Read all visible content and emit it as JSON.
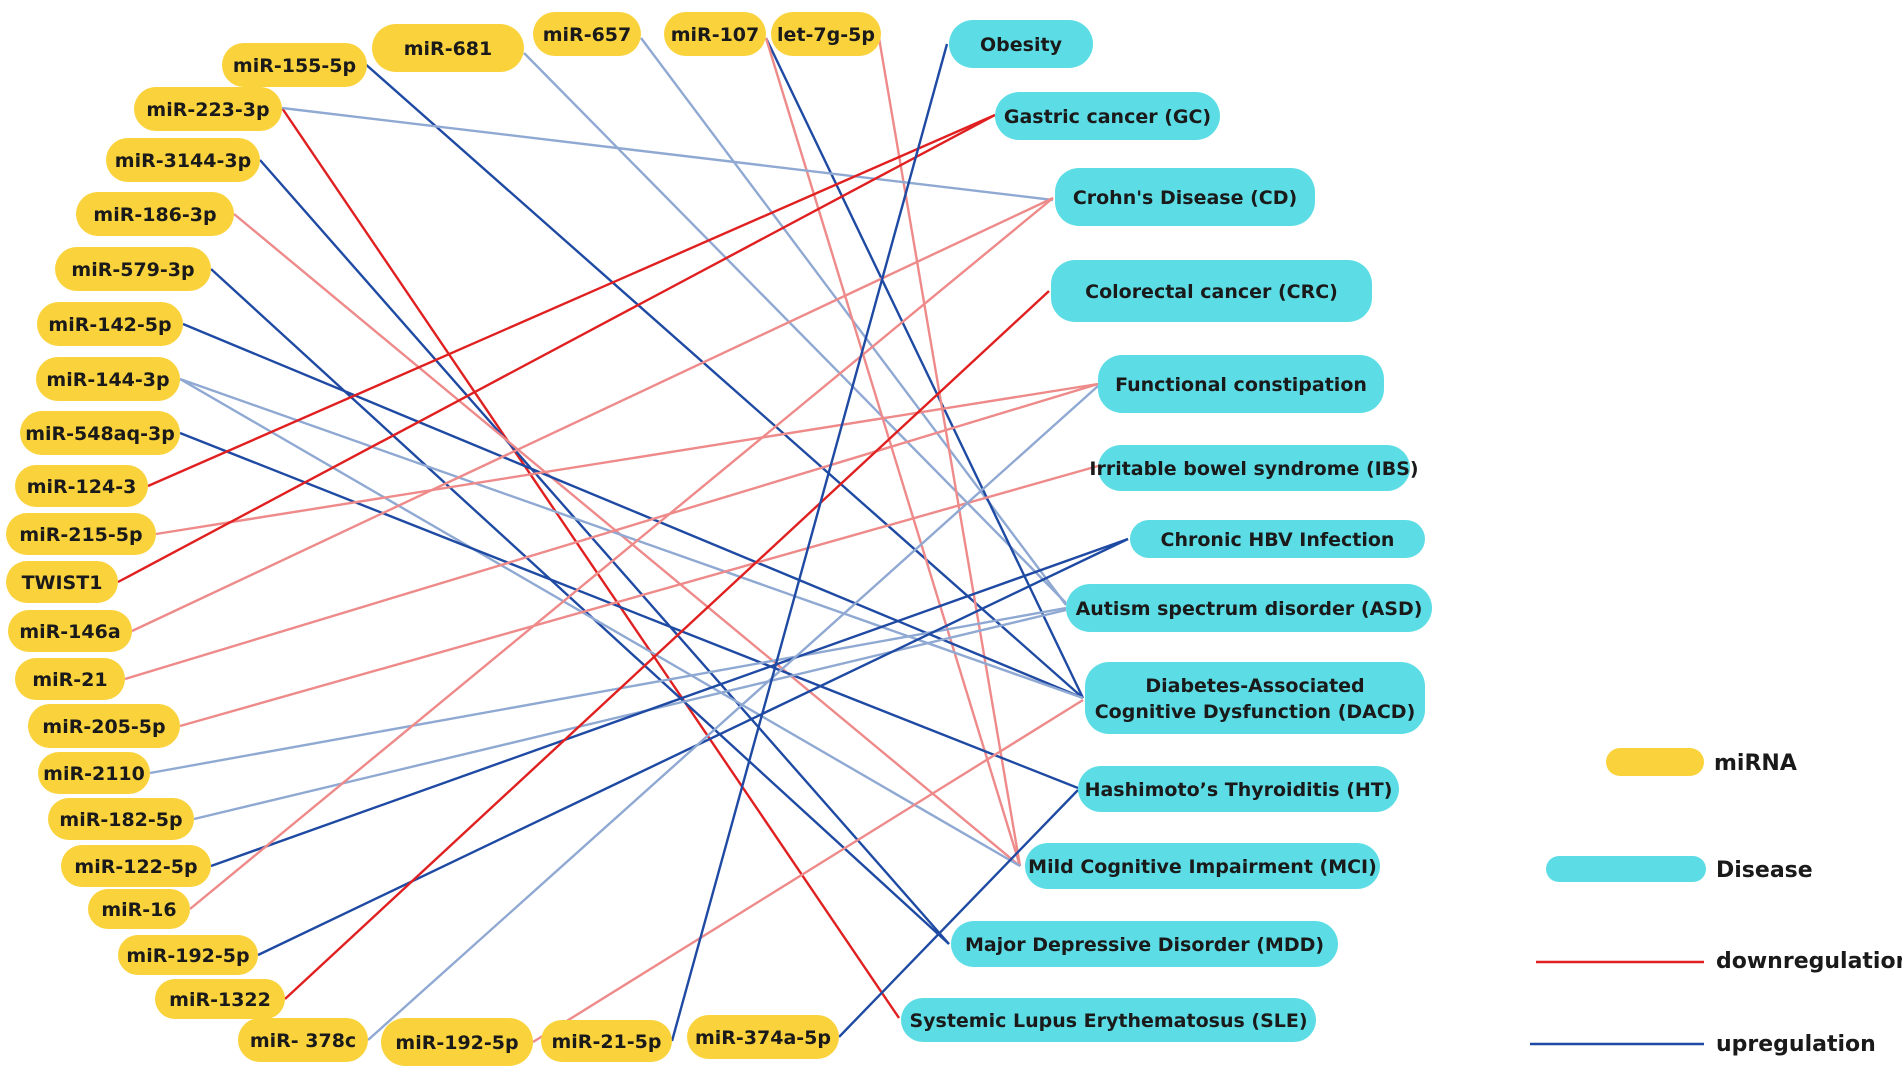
{
  "colors": {
    "mirna": "#fad33c",
    "disease": "#5cdde6",
    "down": "#e02020",
    "down_light": "#ee8a8a",
    "up": "#1f4aa3",
    "up_light": "#8fa9d3"
  },
  "mirnas": [
    {
      "id": "m155",
      "label": "miR-155-5p"
    },
    {
      "id": "m681",
      "label": "miR-681"
    },
    {
      "id": "m657",
      "label": "miR-657"
    },
    {
      "id": "m107",
      "label": "miR-107"
    },
    {
      "id": "let7g",
      "label": "let-7g-5p"
    },
    {
      "id": "m223",
      "label": "miR-223-3p"
    },
    {
      "id": "m3144",
      "label": "miR-3144-3p"
    },
    {
      "id": "m186",
      "label": "miR-186-3p"
    },
    {
      "id": "m579",
      "label": "miR-579-3p"
    },
    {
      "id": "m142",
      "label": "miR-142-5p"
    },
    {
      "id": "m144",
      "label": "miR-144-3p"
    },
    {
      "id": "m548",
      "label": "miR-548aq-3p"
    },
    {
      "id": "m124",
      "label": "miR-124-3"
    },
    {
      "id": "m215",
      "label": "miR-215-5p"
    },
    {
      "id": "twist1",
      "label": "TWIST1"
    },
    {
      "id": "m146",
      "label": "miR-146a"
    },
    {
      "id": "m21",
      "label": "miR-21"
    },
    {
      "id": "m205",
      "label": "miR-205-5p"
    },
    {
      "id": "m2110",
      "label": "miR-2110"
    },
    {
      "id": "m182",
      "label": "miR-182-5p"
    },
    {
      "id": "m122",
      "label": "miR-122-5p"
    },
    {
      "id": "m16",
      "label": "miR-16"
    },
    {
      "id": "m192a",
      "label": "miR-192-5p"
    },
    {
      "id": "m1322",
      "label": "miR-1322"
    },
    {
      "id": "m378",
      "label": "miR- 378c"
    },
    {
      "id": "m192b",
      "label": "miR-192-5p"
    },
    {
      "id": "m21_5p",
      "label": "miR-21-5p"
    },
    {
      "id": "m374",
      "label": "miR-374a-5p"
    }
  ],
  "diseases": [
    {
      "id": "obesity",
      "lines": [
        "Obesity"
      ]
    },
    {
      "id": "gc",
      "lines": [
        "Gastric cancer (GC)"
      ]
    },
    {
      "id": "cd",
      "lines": [
        "Crohn's Disease (CD)"
      ]
    },
    {
      "id": "crc",
      "lines": [
        "Colorectal cancer (CRC)"
      ]
    },
    {
      "id": "fc",
      "lines": [
        "Functional constipation"
      ]
    },
    {
      "id": "ibs",
      "lines": [
        "Irritable bowel syndrome (IBS)"
      ]
    },
    {
      "id": "hbv",
      "lines": [
        "Chronic HBV Infection"
      ]
    },
    {
      "id": "asd",
      "lines": [
        "Autism spectrum disorder (ASD)"
      ]
    },
    {
      "id": "dacd",
      "lines": [
        "Diabetes-Associated",
        "Cognitive Dysfunction (DACD)"
      ]
    },
    {
      "id": "ht",
      "lines": [
        "Hashimoto’s Thyroiditis (HT)"
      ]
    },
    {
      "id": "mci",
      "lines": [
        "Mild Cognitive Impairment (MCI)"
      ]
    },
    {
      "id": "mdd",
      "lines": [
        "Major Depressive Disorder (MDD)"
      ]
    },
    {
      "id": "sle",
      "lines": [
        "Systemic Lupus Erythematosus (SLE)"
      ]
    }
  ],
  "edges": [
    {
      "from": "m155",
      "to": "dacd",
      "kind": "up"
    },
    {
      "from": "m681",
      "to": "asd",
      "kind": "up_light"
    },
    {
      "from": "m657",
      "to": "asd",
      "kind": "up_light"
    },
    {
      "from": "m107",
      "to": "dacd",
      "kind": "up"
    },
    {
      "from": "m107",
      "to": "mci",
      "kind": "down_light"
    },
    {
      "from": "let7g",
      "to": "mci",
      "kind": "down_light"
    },
    {
      "from": "m223",
      "to": "sle",
      "kind": "down"
    },
    {
      "from": "m223",
      "to": "cd",
      "kind": "up_light"
    },
    {
      "from": "m3144",
      "to": "mdd",
      "kind": "up"
    },
    {
      "from": "m186",
      "to": "mci",
      "kind": "down_light"
    },
    {
      "from": "m579",
      "to": "mdd",
      "kind": "up"
    },
    {
      "from": "m142",
      "to": "dacd",
      "kind": "up"
    },
    {
      "from": "m144",
      "to": "dacd",
      "kind": "up_light"
    },
    {
      "from": "m144",
      "to": "mci",
      "kind": "up_light"
    },
    {
      "from": "m548",
      "to": "ht",
      "kind": "up"
    },
    {
      "from": "m124",
      "to": "gc",
      "kind": "down"
    },
    {
      "from": "m215",
      "to": "fc",
      "kind": "down_light"
    },
    {
      "from": "twist1",
      "to": "gc",
      "kind": "down"
    },
    {
      "from": "m146",
      "to": "cd",
      "kind": "down_light"
    },
    {
      "from": "m21",
      "to": "fc",
      "kind": "down_light"
    },
    {
      "from": "m205",
      "to": "ibs",
      "kind": "down_light"
    },
    {
      "from": "m2110",
      "to": "asd",
      "kind": "up_light"
    },
    {
      "from": "m182",
      "to": "asd",
      "kind": "up_light"
    },
    {
      "from": "m122",
      "to": "hbv",
      "kind": "up"
    },
    {
      "from": "m16",
      "to": "cd",
      "kind": "down_light"
    },
    {
      "from": "m192a",
      "to": "hbv",
      "kind": "up"
    },
    {
      "from": "m1322",
      "to": "crc",
      "kind": "down"
    },
    {
      "from": "m378",
      "to": "fc",
      "kind": "up_light"
    },
    {
      "from": "m192b",
      "to": "dacd",
      "kind": "down_light"
    },
    {
      "from": "m21_5p",
      "to": "obesity",
      "kind": "up"
    },
    {
      "from": "m374",
      "to": "ht",
      "kind": "up"
    }
  ],
  "legend": {
    "mirna_label": "miRNA",
    "disease_label": "Disease",
    "down_label": "downregulation",
    "up_label": "upregulation"
  }
}
